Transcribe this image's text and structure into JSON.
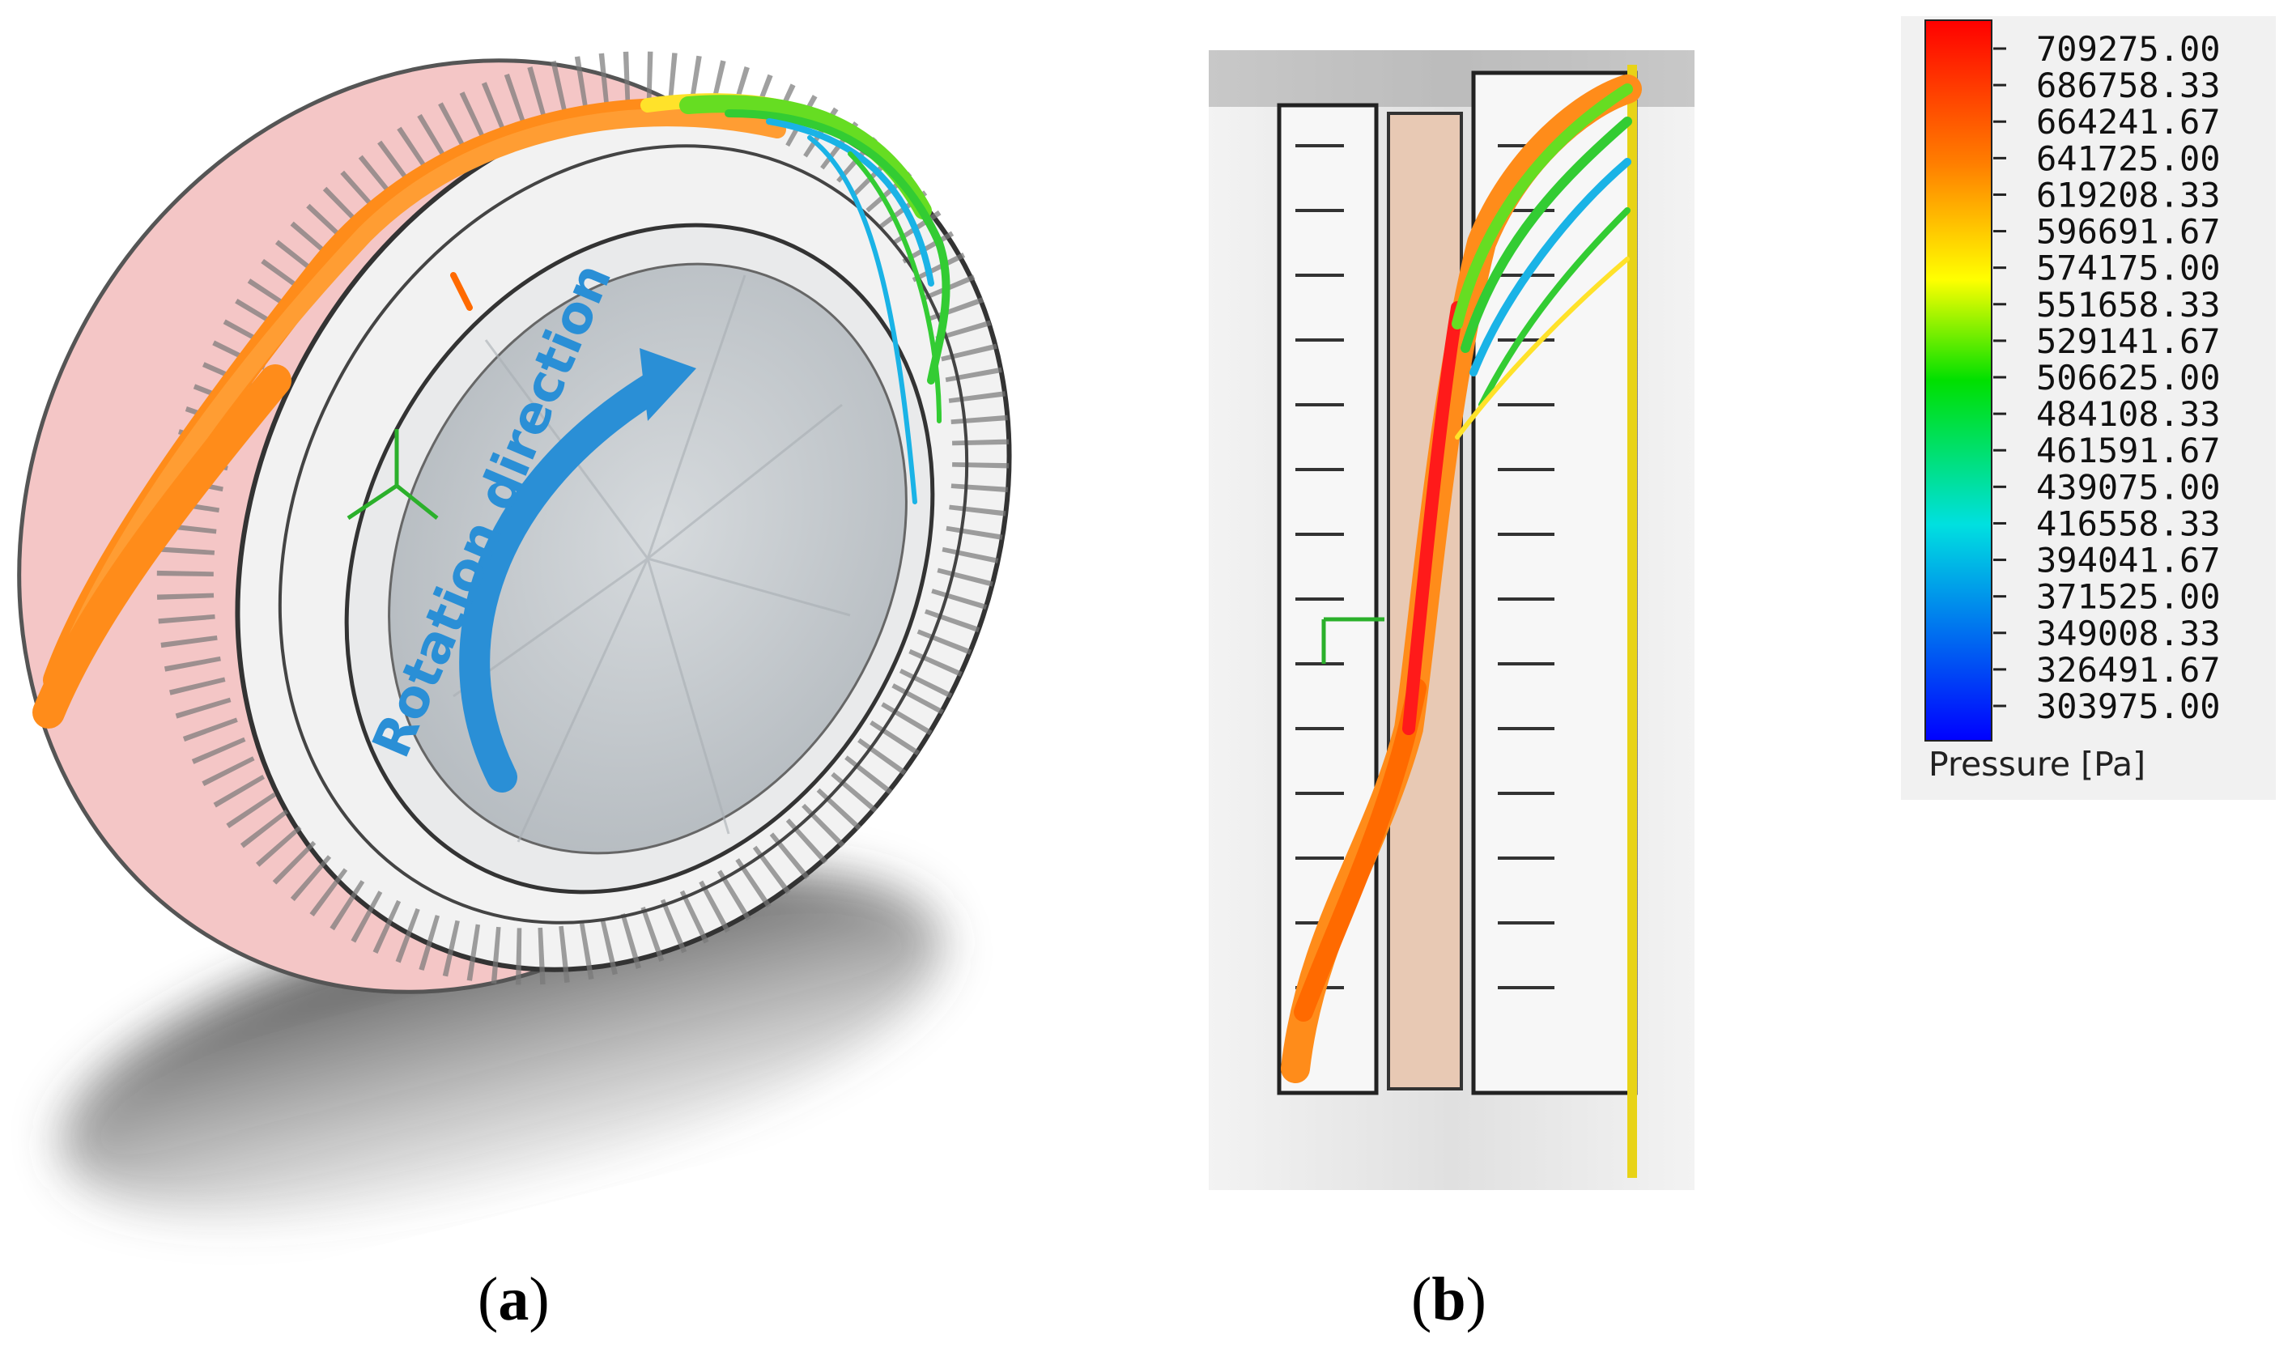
{
  "panel_a": {
    "caption_open": "(",
    "caption_letter": "a",
    "caption_close": ")",
    "annotation": "Rotation direction",
    "annotation_color": "#2a8fd6"
  },
  "panel_b": {
    "caption_open": "(",
    "caption_letter": "b",
    "caption_close": ")"
  },
  "legend": {
    "title": "Pressure [Pa]",
    "values": [
      "709275.00",
      "686758.33",
      "664241.67",
      "641725.00",
      "619208.33",
      "596691.67",
      "574175.00",
      "551658.33",
      "529141.67",
      "506625.00",
      "484108.33",
      "461591.67",
      "439075.00",
      "416558.33",
      "394041.67",
      "371525.00",
      "349008.33",
      "326491.67",
      "303975.00"
    ],
    "gradient_colors": [
      "#ff0000",
      "#ff7f00",
      "#ffff00",
      "#00e000",
      "#00e0e0",
      "#0000ff"
    ]
  },
  "colors": {
    "streamline_orange": "#ff8c1a",
    "streamline_green": "#33cc33",
    "streamline_cyan": "#1ab3e6",
    "streamline_red": "#ff1a1a",
    "casing_pink": "#f4c6c6",
    "disc_gray": "#c9ced2"
  }
}
